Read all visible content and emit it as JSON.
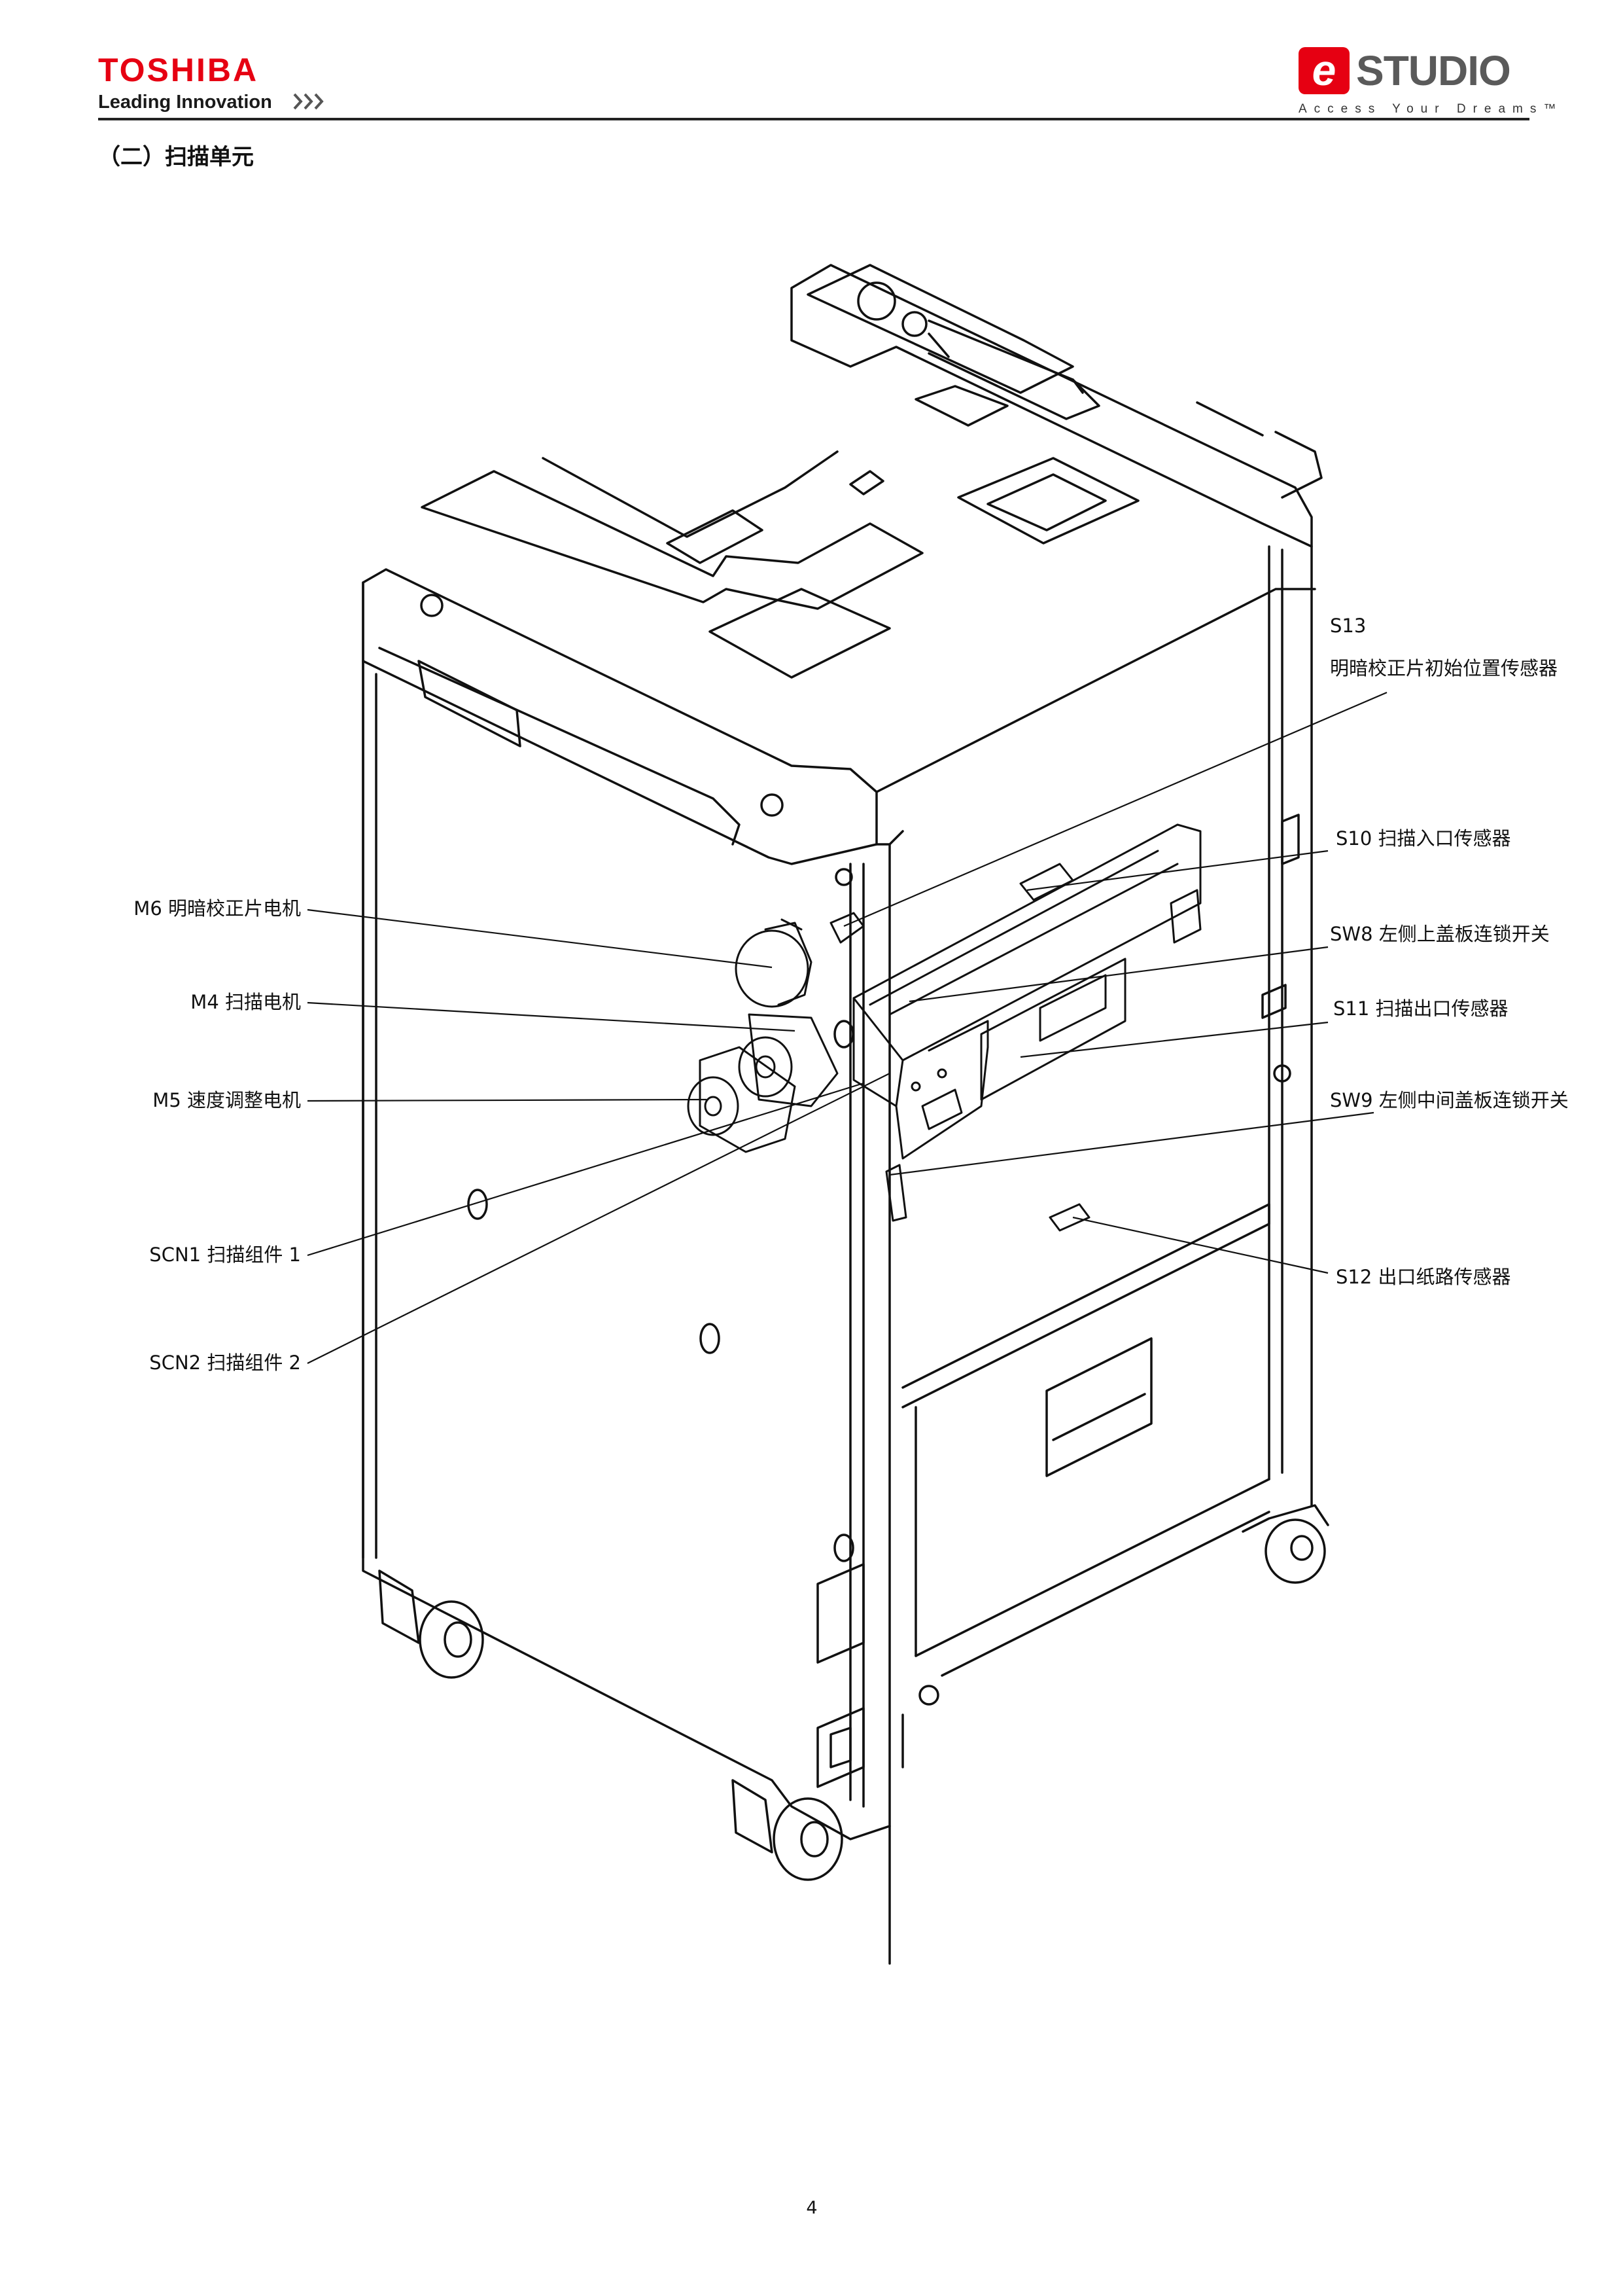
{
  "header": {
    "brand": "TOSHIBA",
    "tagline": "Leading Innovation",
    "product_logo_letter": "e",
    "product_logo_word": "STUDIO",
    "product_slogan": "Access Your Dreams™",
    "brand_color": "#e60012"
  },
  "section_title": "（二）扫描单元",
  "callouts": {
    "s13_code": "S13",
    "s13_name": "明暗校正片初始位置传感器",
    "s10": "S10  扫描入口传感器",
    "sw8": "SW8  左侧上盖板连锁开关",
    "s11": "S11  扫描出口传感器",
    "sw9": "SW9  左侧中间盖板连锁开关",
    "s12": "S12  出口纸路传感器",
    "m6": "M6  明暗校正片电机",
    "m4": "M4  扫描电机",
    "m5": "M5  速度调整电机",
    "scn1": "SCN1  扫描组件 1",
    "scn2": "SCN2  扫描组件 2"
  },
  "footer": {
    "page_number": "4"
  }
}
